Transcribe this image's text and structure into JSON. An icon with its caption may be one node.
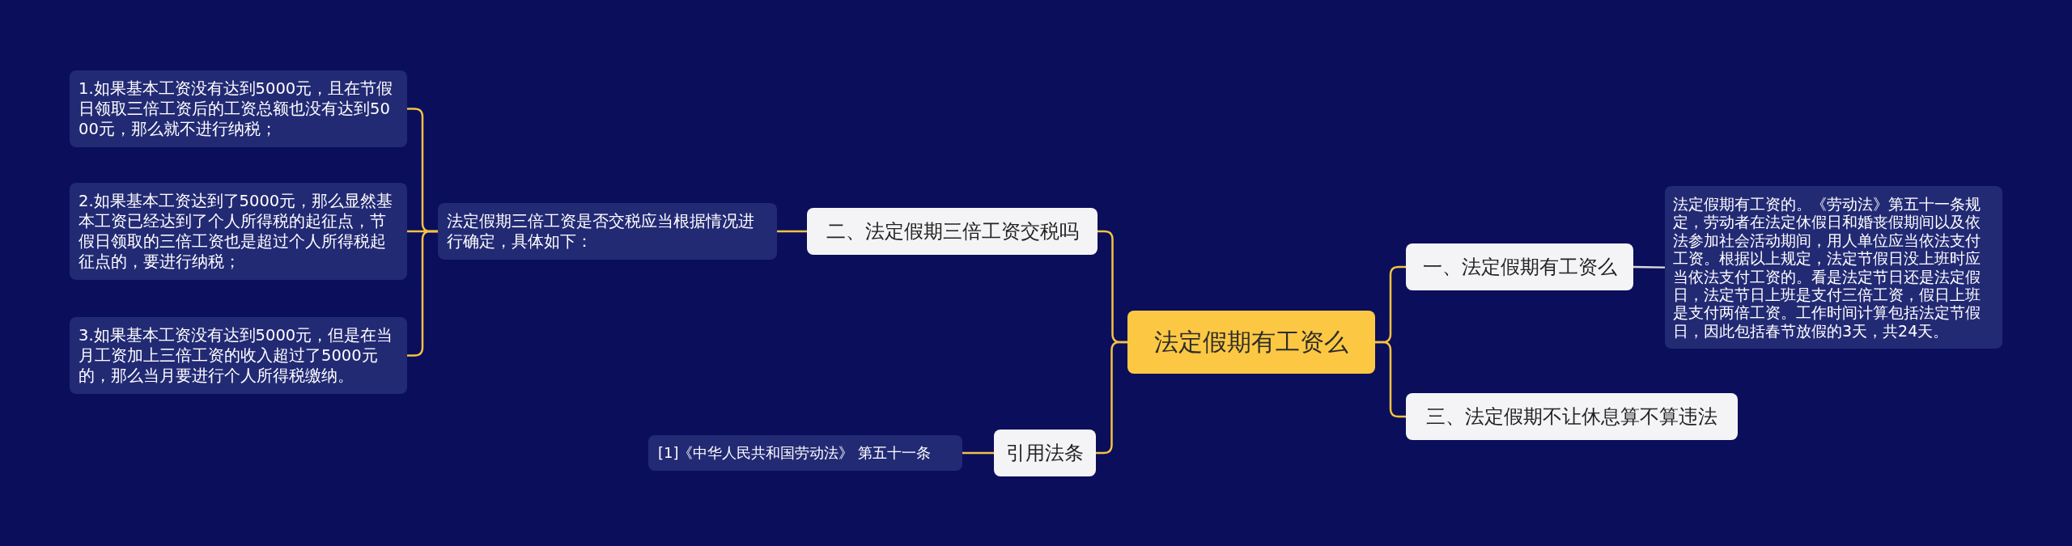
{
  "diagram": {
    "nodes": [
      {
        "text": [
          "法定假期有工资么"
        ]
      },
      {
        "text": [
          "二、法定假期三倍工资交税吗"
        ]
      },
      {
        "text": [
          "法定假期三倍工资是否交税应当根据情况进行确定，具体如下："
        ]
      },
      {
        "text": [
          "1.如果基本工资没有达到5000元，且在节假日领取三倍工资后的工资总额也没有达到5000元，那么就不进行纳税；"
        ]
      },
      {
        "text": [
          "2.如果基本工资达到了5000元，那么显然基本工资已经达到了个人所得税的起征点，节假日领取的三倍工资也是超过个人所得税起征点的，要进行纳税；"
        ]
      },
      {
        "text": [
          "3.如果基本工资没有达到5000元，但是在当月工资加上三倍工资的收入超过了5000元的，那么当月要进行个人所得税缴纳。"
        ]
      },
      {
        "text": [
          "引用法条"
        ]
      },
      {
        "text": [
          "[1]《中华人民共和国劳动法》 第五十一条"
        ]
      },
      {
        "text": [
          "一、法定假期有工资么"
        ]
      },
      {
        "text": [
          "法定假期有工资的。《劳动法》第五十一条规定，劳动者在法定休假日和婚丧假期间以及依法参加社会活动期间，用人单位应当依法支付工资。根据以上规定，法定节假日没上班时应当依法支付工资的。看是法定节日还是法定假日，法定节日上班是支付三倍工资，假日上班是支付两倍工资。工作时间计算包括法定节假日，因此包括春节放假的3天，共24天。"
        ]
      },
      {
        "text": [
          "三、法定假期不让休息算不算违法"
        ]
      }
    ],
    "edges": [
      {
        "from": 0,
        "to": 1,
        "arrow": "none"
      },
      {
        "from": 1,
        "to": 2,
        "arrow": "none"
      },
      {
        "from": 2,
        "to": 3,
        "arrow": "none"
      },
      {
        "from": 2,
        "to": 4,
        "arrow": "none"
      },
      {
        "from": 2,
        "to": 5,
        "arrow": "none"
      },
      {
        "from": 0,
        "to": 6,
        "arrow": "none"
      },
      {
        "from": 6,
        "to": 7,
        "arrow": "none"
      },
      {
        "from": 0,
        "to": 8,
        "arrow": "none"
      },
      {
        "from": 8,
        "to": 9,
        "arrow": "none",
        "color": "#d9d9d9"
      },
      {
        "from": 0,
        "to": 10,
        "arrow": "none"
      }
    ]
  }
}
